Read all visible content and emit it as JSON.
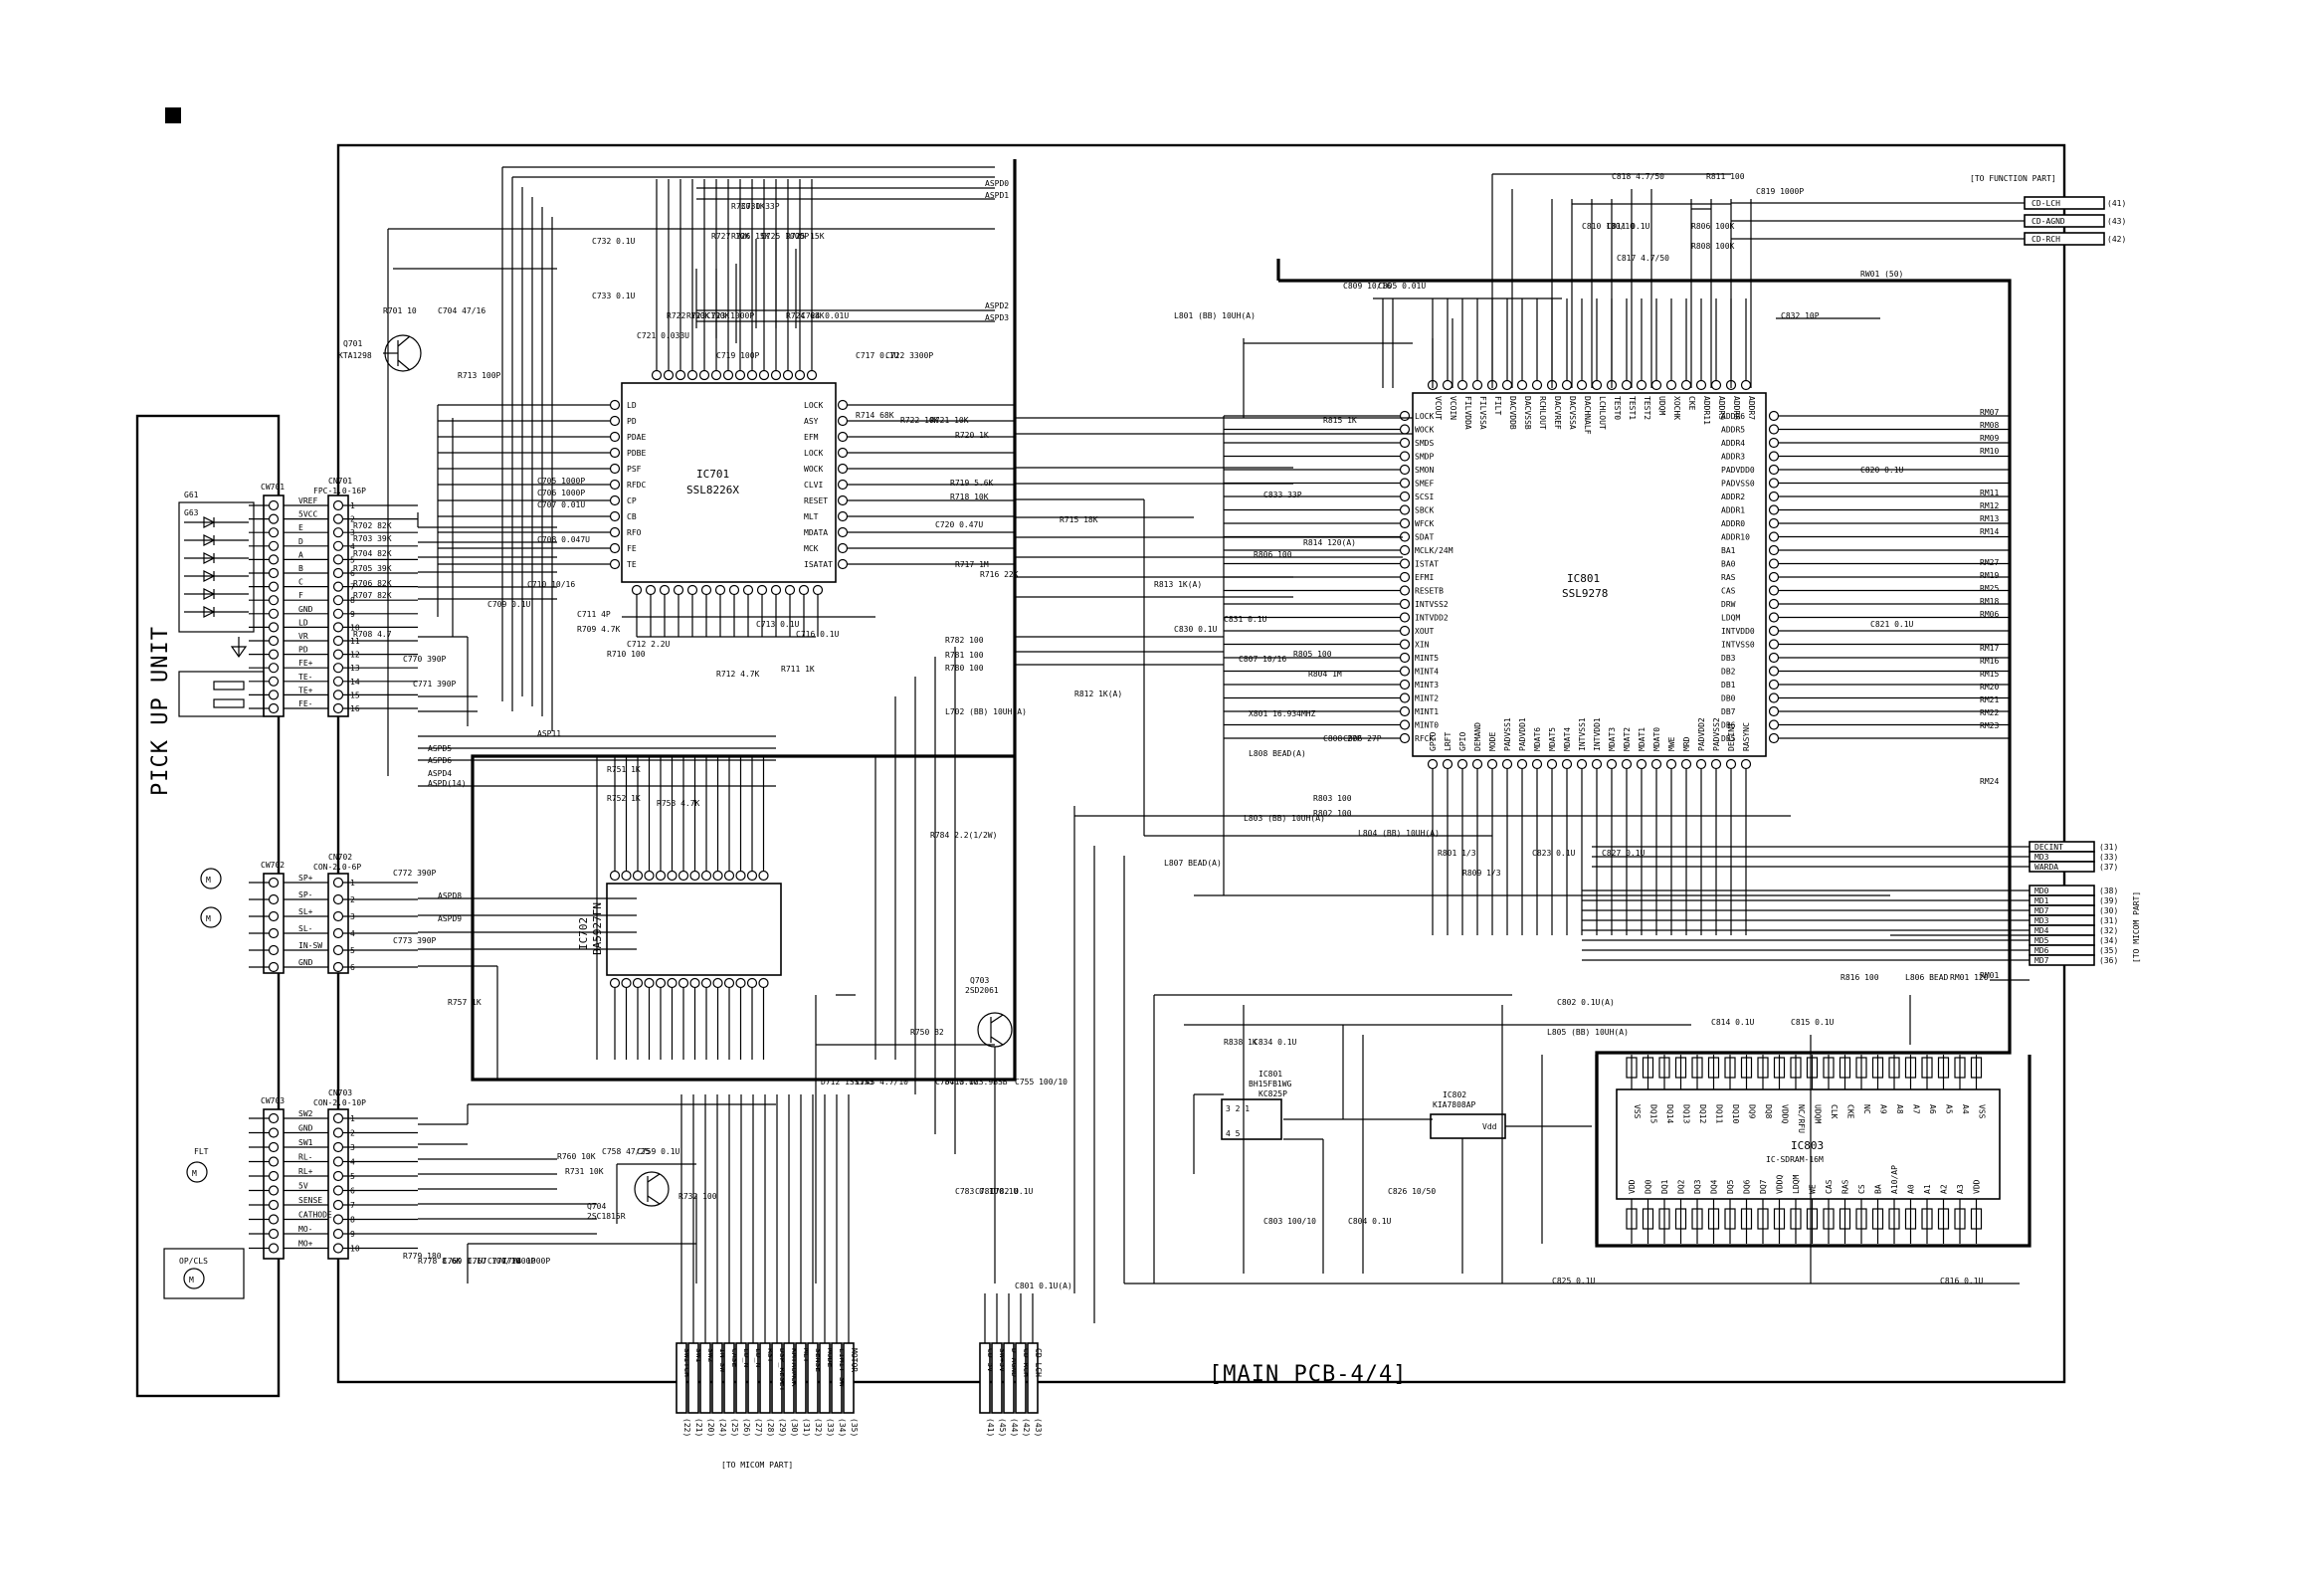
{
  "headings": {
    "main_pcb": "[MAIN PCB-4/4]",
    "pickup_unit": "PICK UP UNIT",
    "to_function": "[TO FUNCTION PART]",
    "to_micom_bottom": "[TO MICOM PART]",
    "to_micom_right": "[TO MICOM PART]"
  },
  "ics": {
    "ic701": {
      "ref": "IC701",
      "part": "SSL8226X",
      "left_pins": [
        "LD",
        "PD",
        "PDAE",
        "PDBE",
        "PSF",
        "RFDC",
        "CP",
        "CB",
        "RFO",
        "FE",
        "TE"
      ],
      "right_pins": [
        "LOCK",
        "ASY",
        "EFM",
        "LOCK",
        "WOCK",
        "CLVI",
        "RESET",
        "MLT",
        "MDATA",
        "MCK",
        "ISATAT"
      ]
    },
    "ic801": {
      "ref": "IC801",
      "part": "SSL9278",
      "left_pins": [
        "LOCK",
        "WOCK",
        "SMDS",
        "SMDP",
        "SMON",
        "SMEF",
        "SCSI",
        "SBCK",
        "WFCK",
        "SDAT",
        "MCLK/24M",
        "ISTAT",
        "EFMI",
        "RESETB",
        "INTVSS2",
        "INTVDD2",
        "XOUT",
        "XIN",
        "MINT5",
        "MINT4",
        "MINT3",
        "MINT2",
        "MINT1",
        "MINT0",
        "RFCK"
      ],
      "right_pins": [
        "ADDR6",
        "ADDR5",
        "ADDR4",
        "ADDR3",
        "PADVDD0",
        "PADVSS0",
        "ADDR2",
        "ADDR1",
        "ADDR0",
        "ADDR10",
        "BA1",
        "BA0",
        "RAS",
        "CAS",
        "DRW",
        "LDQM",
        "INTVDD0",
        "INTVSS0",
        "DB3",
        "DB2",
        "DB1",
        "DB0",
        "DB7",
        "DB6",
        "DB5"
      ],
      "top_pins": [
        "VCOUT",
        "VCOIN",
        "FILVDDA",
        "FILVSSA",
        "FILT",
        "DACVDDB",
        "DACVSSB",
        "RCHLOUT",
        "DACVREF",
        "DACVSSA",
        "DACHNALF",
        "LCHLOUT",
        "TEST0",
        "TEST1",
        "TEST2",
        "UDQM",
        "XOCHK",
        "CKE",
        "ADDR11",
        "ADDR9",
        "ADDR8",
        "ADDR7"
      ],
      "bottom_pins": [
        "GPIO",
        "LRFT",
        "GPIO",
        "DEMAND",
        "MODE",
        "PADVSS1",
        "PADVDD1",
        "MDAT6",
        "MDAT5",
        "MDAT4",
        "INTVSS1",
        "INTVDD1",
        "MDAT3",
        "MDAT2",
        "MDAT1",
        "MDAT0",
        "MWE",
        "MRD",
        "PADVDD2",
        "PADVSS2",
        "DECINT",
        "RASYNC"
      ]
    },
    "ic702": {
      "ref": "IC702",
      "part": "BA5927FN"
    },
    "ic803": {
      "ref": "IC803",
      "part": "IC-SDRAM-16M",
      "top_pins": [
        "VSS",
        "DQ15",
        "DQ14",
        "DQ13",
        "DQ12",
        "DQ11",
        "DQ10",
        "DQ9",
        "DQ8",
        "VDDQ",
        "NC/RFU",
        "UDQM",
        "CLK",
        "CKE",
        "NC",
        "A9",
        "A8",
        "A7",
        "A6",
        "A5",
        "A4",
        "VSS"
      ],
      "bottom_pins": [
        "VDD",
        "DQ0",
        "DQ1",
        "DQ2",
        "DQ3",
        "DQ4",
        "DQ5",
        "DQ6",
        "DQ7",
        "VDDQ",
        "LDQM",
        "WE",
        "CAS",
        "RAS",
        "CS",
        "BA",
        "A10/AP",
        "A0",
        "A1",
        "A2",
        "A3",
        "VDD"
      ]
    },
    "ic801b": {
      "ref": "IC801",
      "part": "BH15FB1WG",
      "sub": "KC825P"
    },
    "ic802": {
      "ref": "IC802",
      "part": "KIA7808AP",
      "pin": "Vdd"
    },
    "q701": {
      "ref": "Q701",
      "part": "KTA1298"
    },
    "q703": {
      "ref": "Q703",
      "part": "2SD2061"
    },
    "q704": {
      "ref": "Q704",
      "part": "2SC1815R"
    }
  },
  "connectors": {
    "cw701": {
      "ref": "CW701",
      "ref2": "CN701",
      "type": "FPC-1.0-16P",
      "pins": [
        "VREF",
        "5VCC",
        "E",
        "D",
        "A",
        "B",
        "C",
        "F",
        "GND",
        "LD",
        "VR",
        "PD",
        "FE+",
        "TE-",
        "TE+",
        "FE-"
      ]
    },
    "cw702": {
      "ref": "CW702",
      "ref2": "CN702",
      "type": "CON-2.0-6P",
      "pins": [
        "SP+",
        "SP-",
        "SL+",
        "SL-",
        "IN-SW",
        "GND"
      ]
    },
    "cw703": {
      "ref": "CW703",
      "ref2": "CN703",
      "type": "CON-2.0-10P",
      "pins": [
        "SW2",
        "GND",
        "SW1",
        "RL-",
        "RL+",
        "5V",
        "SENSE",
        "CATHODE",
        "MO-",
        "MO+"
      ]
    }
  },
  "buses": {
    "function": [
      {
        "label": "CD-LCH",
        "num": "(41)"
      },
      {
        "label": "CD-AGND",
        "num": "(43)"
      },
      {
        "label": "CD-RCH",
        "num": "(42)"
      }
    ],
    "micom_right_a": [
      {
        "label": "DECINT",
        "num": "(31)"
      },
      {
        "label": "MD3",
        "num": "(33)"
      },
      {
        "label": "WARDA",
        "num": "(37)"
      }
    ],
    "micom_right_b": [
      {
        "label": "MD0",
        "num": "(38)"
      },
      {
        "label": "MD1",
        "num": "(39)"
      },
      {
        "label": "MD7",
        "num": "(30)"
      },
      {
        "label": "MD3",
        "num": "(31)"
      },
      {
        "label": "MD4",
        "num": "(32)"
      },
      {
        "label": "MD5",
        "num": "(34)"
      },
      {
        "label": "MD6",
        "num": "(35)"
      },
      {
        "label": "MD7",
        "num": "(36)"
      }
    ],
    "micom_bottom": [
      {
        "label": "SWITCH",
        "num": "(22)"
      },
      {
        "label": "SW1",
        "num": "(21)"
      },
      {
        "label": "SW2",
        "num": "(20)"
      },
      {
        "label": "IN-SW",
        "num": "(24)"
      },
      {
        "label": "CASE",
        "num": "(25)"
      },
      {
        "label": "LD_N",
        "num": "(26)"
      },
      {
        "label": "LD_N",
        "num": "(27)"
      },
      {
        "label": "RST",
        "num": "(28)"
      },
      {
        "label": "DSP_RESET",
        "num": "(29)"
      },
      {
        "label": "KMTAUMCK",
        "num": "(30)"
      },
      {
        "label": "MLT",
        "num": "(31)"
      },
      {
        "label": "SENSE",
        "num": "(32)"
      },
      {
        "label": "MODE",
        "num": "(33)"
      },
      {
        "label": "LIMIT-SW",
        "num": "(34)"
      },
      {
        "label": "MOTOR",
        "num": "(35)"
      }
    ],
    "micom_bottom2": [
      {
        "label": "CD-5V",
        "num": "(41)"
      },
      {
        "label": "SW+5V",
        "num": "(45)"
      },
      {
        "label": "D-AGND",
        "num": "(44)"
      },
      {
        "label": "CD-RCH",
        "num": "(42)"
      },
      {
        "label": "CD-LCH",
        "num": "(43)"
      }
    ]
  },
  "rm_labels": [
    "RM07",
    "RM08",
    "RM09",
    "RM10",
    "RM11",
    "RM12",
    "RM13",
    "RM14",
    "RM27",
    "RM19",
    "RM25",
    "RM18",
    "RM06",
    "RM17",
    "RM16",
    "RM15",
    "RM20",
    "RM21",
    "RM22",
    "RM23",
    "RM24",
    "RM01"
  ],
  "parts": {
    "c732": "C732 0.1U",
    "c733": "C733 0.1U",
    "r730": "R730 1K",
    "c730": "C730 33P",
    "r727": "R727 10K",
    "r726": "R726 15K",
    "c725": "C725 1000P",
    "r725": "R725 15K",
    "c721": "C721 0.033U",
    "r722": "R722 100K",
    "r723": "R723 100K",
    "c723": "C723 1000P",
    "c719": "C719 100P",
    "r724": "R724 68K",
    "c724": "C724 0.01U",
    "c717": "C717 0.1U",
    "c722": "C722 3300P",
    "r701": "R701 10",
    "c704": "C704 47/16",
    "r713": "R713 100P",
    "c705": "C705 1000P",
    "c706": "C706 1000P",
    "c707": "C707 0.01U",
    "c708": "C708 0.047U",
    "r702": "R702 82K",
    "r703": "R703 39K",
    "r704": "R704 82K",
    "r705": "R705 39K",
    "r706": "R706 82K",
    "r707": "R707 82K",
    "r708": "R708 4.7",
    "c770": "C770 390P",
    "c771": "C771 390P",
    "c709": "C709 0.1U",
    "c710": "C710 10/16",
    "c711": "C711 4P",
    "r709": "R709 4.7K",
    "c712": "C712 2.2U",
    "r710": "R710 100",
    "r712": "R712 4.7K",
    "r711": "R711 1K",
    "c713": "C713 0.1U",
    "c716": "C716 0.1U",
    "r719": "R719 5.6K",
    "r718": "R718 10K",
    "c720": "C720 0.47U",
    "r716": "R716 22K",
    "r717": "R717 1M",
    "r715": "R715 18K",
    "r722b": "R722 10K",
    "r721": "R721 10K",
    "r720": "R720 1K",
    "r714": "R714 68K",
    "r782": "R782 100",
    "r781": "R781 100",
    "r780": "R780 100",
    "l702": "L702 (BB) 10UH(A)",
    "r751": "R751 1K",
    "r752": "R752 1K",
    "r753": "R753 4.7K",
    "r784": "R784 2.2(1/2W)",
    "c772": "C772 390P",
    "c773": "C773 390P",
    "r757": "R757 1K",
    "c758": "C758 47/25",
    "c759": "C759 0.1U",
    "r760": "R760 10K",
    "r731": "R731 10K",
    "r732": "R732 100",
    "r779": "R779 180",
    "r778": "R778 8.6K",
    "c769": "C769 0.1U",
    "c767": "C767 100/10",
    "c777": "C777 1000P",
    "c774": "C774 1000P",
    "r750": "R750 82",
    "c755": "C755 100/10",
    "d713": "D713 UZ3.9BSB",
    "c784": "C784 0.1U",
    "c783": "C783 0.1U",
    "c781": "C781 0.1U",
    "c782": "C782 0.1U",
    "d712": "D712 1SS133",
    "c743": "C743 4.7/10",
    "l801": "L801 (BB) 10UH(A)",
    "c809": "C809 10/16",
    "c805": "C805 0.01U",
    "c818": "C818 4.7/50",
    "r811": "R811 100",
    "c810": "C810 100/10",
    "c811": "C811 0.1U",
    "c817": "C817 4.7/50",
    "c819": "C819 1000P",
    "r806": "R806 100K",
    "r808": "R808 100K",
    "c832": "C832 10P",
    "r815": "R815 1K",
    "c833": "C833 33P",
    "r814": "R814 120(A)",
    "r806b": "R806 100",
    "r813": "R813 1K(A)",
    "c830": "C830 0.1U",
    "c831": "C831 0.1U",
    "c807": "C807 10/16",
    "r805": "R805 100",
    "r804": "R804 1M",
    "x801": "X801 16.934MHZ",
    "c808": "C808 27P",
    "c806": "C806 27P",
    "l808": "L808 BEAD(A)",
    "r803": "R803 100",
    "r802": "R802 100",
    "l803": "L803 (BB) 10UH(A)",
    "l804": "L804 (BB) 10UH(A)",
    "r801": "R801 1/3",
    "c823": "C823 0.1U",
    "c827": "C827 0.1U",
    "l807": "L807 BEAD(A)",
    "c820": "C820 0.1U",
    "c821": "C821 0.1U",
    "r816": "R816 100",
    "l806": "L806 BEAD",
    "c802": "C802 0.1U(A)",
    "l805": "L805 (BB) 10UH(A)",
    "c814": "C814 0.1U",
    "c815": "C815 0.1U",
    "c803": "C803 100/10",
    "c804": "C804 0.1U",
    "c826": "C826 10/50",
    "c801": "C801 0.1U(A)",
    "c825": "C825 0.1U",
    "c816": "C816 0.1U",
    "r838": "R838 1K",
    "c834": "C834 0.1U",
    "rm01": "RM01 120",
    "r813b": "R813 1K(A)",
    "r812": "R812 1K(A)",
    "r809": "R809 1/3",
    "net_aspd": [
      "ASPD0",
      "ASPD1",
      "ASPD2",
      "ASPD3",
      "ASPD5",
      "ASPD6",
      "ASPD4",
      "ASPD(14)",
      "ASP11",
      "ASPD8",
      "ASPD9"
    ],
    "rw01": "RW01 (50)",
    "g61": "G61",
    "g63": "G63",
    "op_cls": "OP/CLS",
    "pick_labels": [
      "M",
      "M",
      "M",
      "M",
      "FLT"
    ]
  }
}
